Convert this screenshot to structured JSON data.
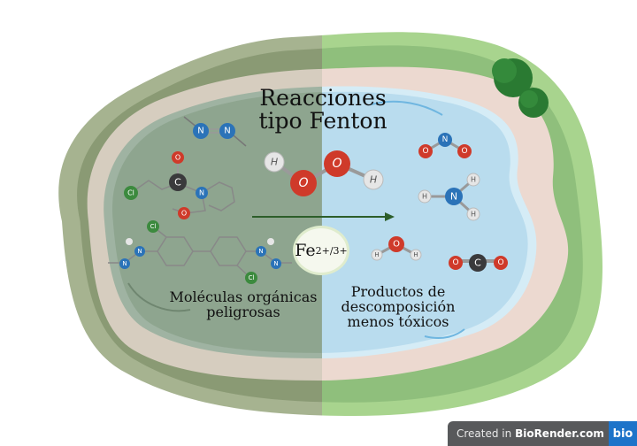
{
  "title": {
    "line1": "Reacciones",
    "line2": "tipo Fenton"
  },
  "catalyst": {
    "symbol": "Fe",
    "charge": "2+/3+"
  },
  "left_caption": {
    "line1": "Moléculas orgánicas",
    "line2": "peligrosas"
  },
  "right_caption": {
    "line1": "Productos de",
    "line2": "descomposición",
    "line3": "menos tóxicos"
  },
  "reactant_molecule": {
    "name": "H2O2",
    "atoms": [
      "H",
      "O",
      "O",
      "H"
    ]
  },
  "pollutant_molecules": [
    {
      "name": "azo-compound",
      "atoms": [
        "N",
        "N"
      ]
    },
    {
      "name": "chloro-amide",
      "atoms": [
        "O",
        "C",
        "N",
        "Cl",
        "O"
      ]
    },
    {
      "name": "dichlorobenzidine-derivative",
      "atoms": [
        "Cl",
        "H",
        "N",
        "N",
        "H",
        "N",
        "N",
        "Cl"
      ]
    }
  ],
  "product_molecules": [
    {
      "name": "NO2",
      "atoms": [
        "O",
        "N",
        "O"
      ]
    },
    {
      "name": "NH3",
      "atoms": [
        "H",
        "N",
        "H",
        "H"
      ]
    },
    {
      "name": "H2O",
      "atoms": [
        "H",
        "O",
        "H"
      ]
    },
    {
      "name": "CO2",
      "atoms": [
        "O",
        "C",
        "O"
      ]
    }
  ],
  "colors": {
    "outer_ground_left": "#8a9a74",
    "outer_ground_right": "#9cc986",
    "oxygen": "#cf3a2a",
    "nitrogen": "#2b73b8",
    "carbon": "#3a3a3c",
    "chlorine": "#3c8a3e",
    "hydrogen": "#e6e6e6",
    "water_polluted": "#8aa08c",
    "water_clean": "#b9dcee",
    "arrow": "#2d5e2a",
    "brand": "#1d73c9"
  },
  "watermark": {
    "prefix": "Created in ",
    "brand": "BioRender.com",
    "logo": "bio"
  }
}
